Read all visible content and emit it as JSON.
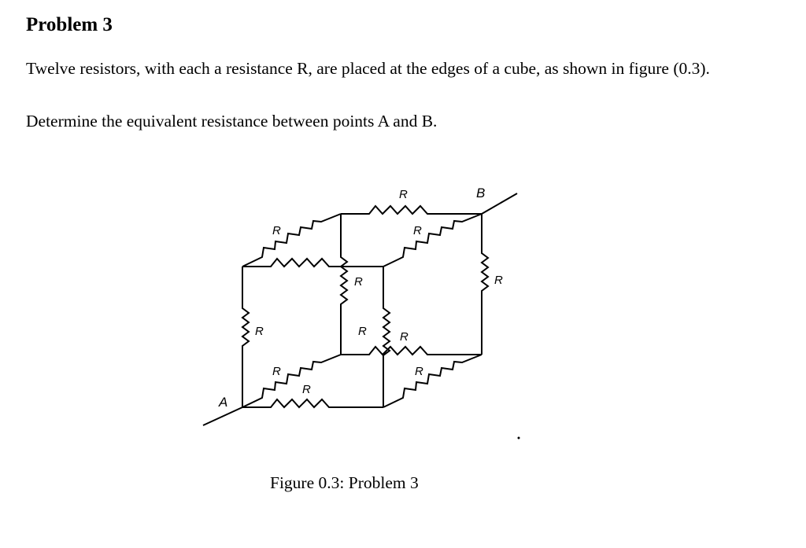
{
  "problem": {
    "title": "Problem 3",
    "paragraph1": "Twelve resistors, with each a resistance R, are placed at the edges of a cube, as shown in figure (0.3).",
    "paragraph2": "Determine the equivalent resistance between points A and B."
  },
  "figure": {
    "caption": "Figure 0.3: Problem 3",
    "point_a_label": "A",
    "point_b_label": "B",
    "resistor_label": "R",
    "resistor_count": 12,
    "resistor_labels": [
      "R",
      "R",
      "R",
      "R",
      "R",
      "R",
      "R",
      "R",
      "R",
      "R",
      "R"
    ]
  }
}
